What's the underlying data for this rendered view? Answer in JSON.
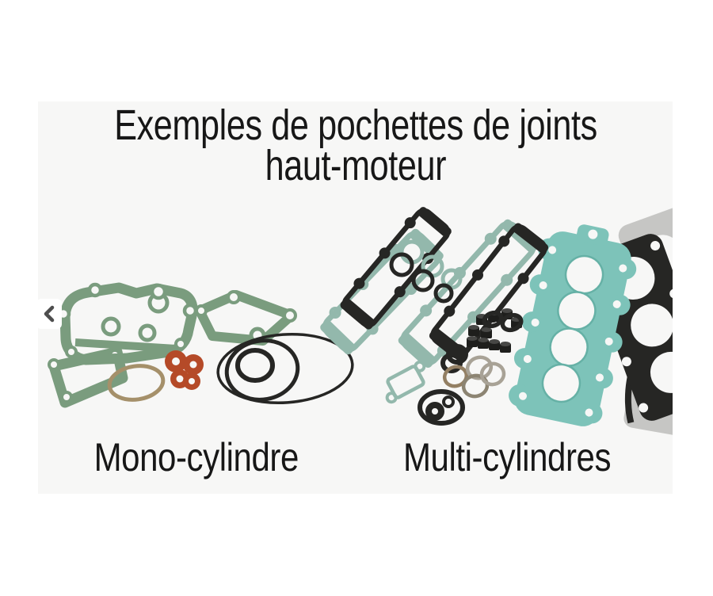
{
  "title": {
    "line1": "Exemples de pochettes de joints",
    "line2": "haut-moteur"
  },
  "captions": {
    "mono": "Mono-cylindre",
    "multi": "Multi-cylindres"
  },
  "icons": {
    "carousel_prev": "chevron-left"
  },
  "colors": {
    "page-bg": "#ffffff",
    "photo-bg": "#f7f7f6",
    "text": "#171717",
    "sage": "#7a9c7e",
    "teal": "#7dc3b9",
    "teal-light": "#93b8ac",
    "black-part": "#262624",
    "copper": "#b54a28",
    "tan": "#a5906a",
    "metal": "#8c8472",
    "steel": "#c6c6c4",
    "chevron": "#4d4d4d"
  }
}
